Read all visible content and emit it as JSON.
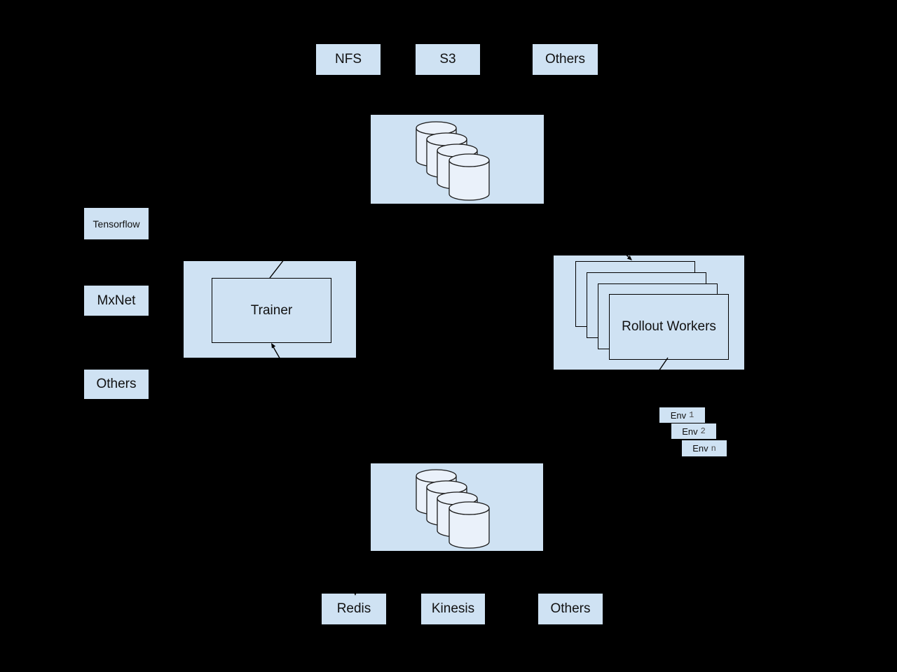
{
  "colors": {
    "background": "#000000",
    "box_fill": "#cfe2f3",
    "cylinder_fill": "#eaf1fa",
    "stroke": "#000000",
    "text": "#111111",
    "env_number": "#4a4a4a"
  },
  "top_row": [
    {
      "label": "NFS"
    },
    {
      "label": "S3"
    },
    {
      "label": "Others"
    }
  ],
  "left_column": [
    {
      "label": "Tensorflow"
    },
    {
      "label": "MxNet"
    },
    {
      "label": "Others"
    }
  ],
  "bottom_row": [
    {
      "label": "Redis"
    },
    {
      "label": "Kinesis"
    },
    {
      "label": "Others"
    }
  ],
  "trainer": {
    "label": "Trainer"
  },
  "rollout_workers": {
    "label": "Rollout Workers",
    "card_count": 4
  },
  "environments": [
    {
      "name": "Env",
      "index": "1"
    },
    {
      "name": "Env",
      "index": "2"
    },
    {
      "name": "Env",
      "index": "n"
    }
  ],
  "data_store": {
    "icon": "database-cylinders",
    "cylinder_count": 4
  },
  "memory_backend": {
    "icon": "database-cylinders",
    "cylinder_count": 4
  }
}
